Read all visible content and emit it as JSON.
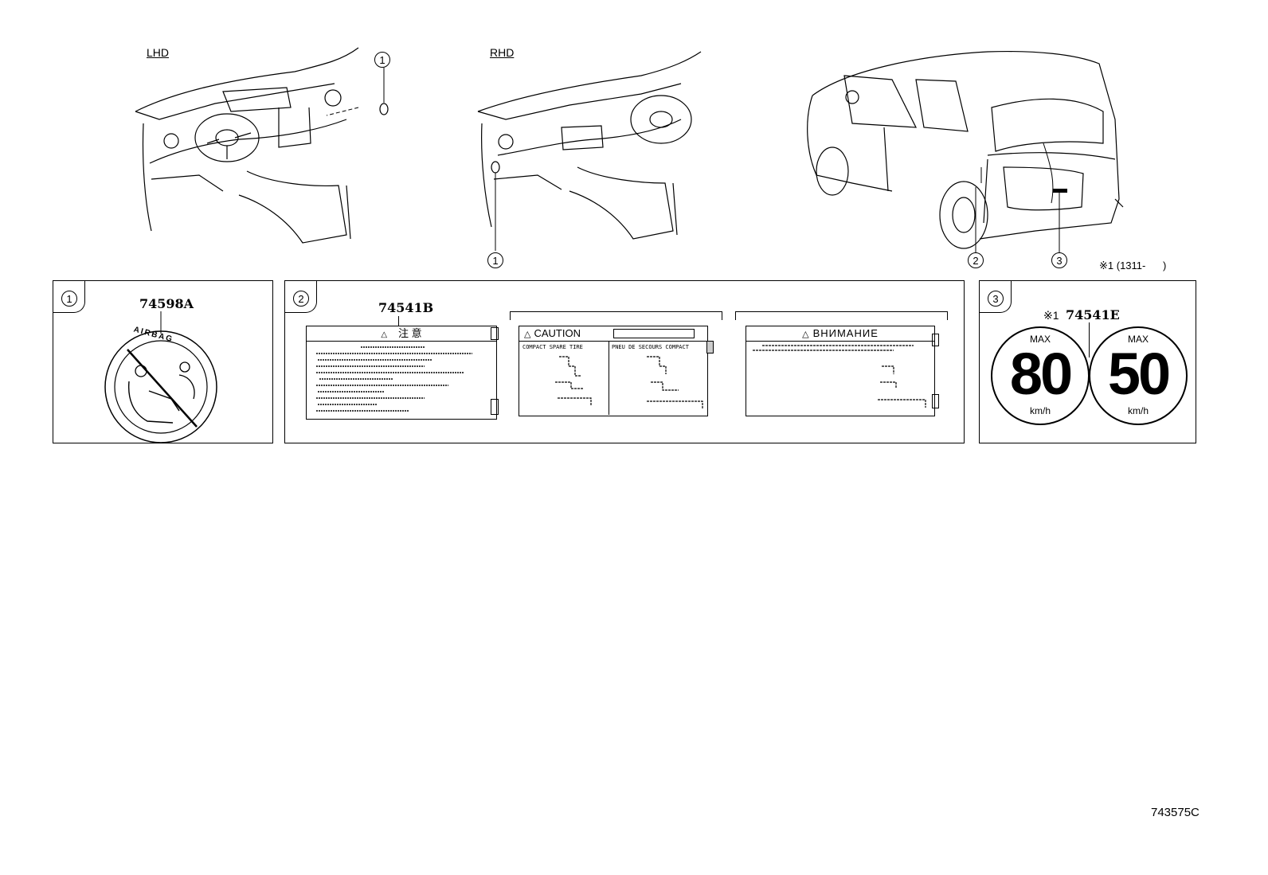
{
  "views": {
    "lhd_label": "LHD",
    "rhd_label": "RHD",
    "note": "※1 (1311-      )"
  },
  "callouts": {
    "c1": "1",
    "c2": "2",
    "c3": "3"
  },
  "panels": {
    "p1": {
      "callout": "1",
      "part_number": "74598A",
      "ring_text": "AIRBAG"
    },
    "p2": {
      "callout": "2",
      "part_number": "74541B",
      "label_jp_title": "注  意",
      "label_en_title": "CAUTION",
      "label_en_col1": "COMPACT SPARE TIRE",
      "label_en_col2": "PNEU DE SECOURS COMPACT",
      "label_ru_title": "ВНИМАНИЕ"
    },
    "p3": {
      "callout": "3",
      "part_number": "74541E",
      "note_mark": "※1",
      "sign1": {
        "max": "MAX",
        "speed": "80",
        "unit": "km/h"
      },
      "sign2": {
        "max": "MAX",
        "speed": "50",
        "unit": "km/h"
      }
    }
  },
  "figure_number": "743575C"
}
